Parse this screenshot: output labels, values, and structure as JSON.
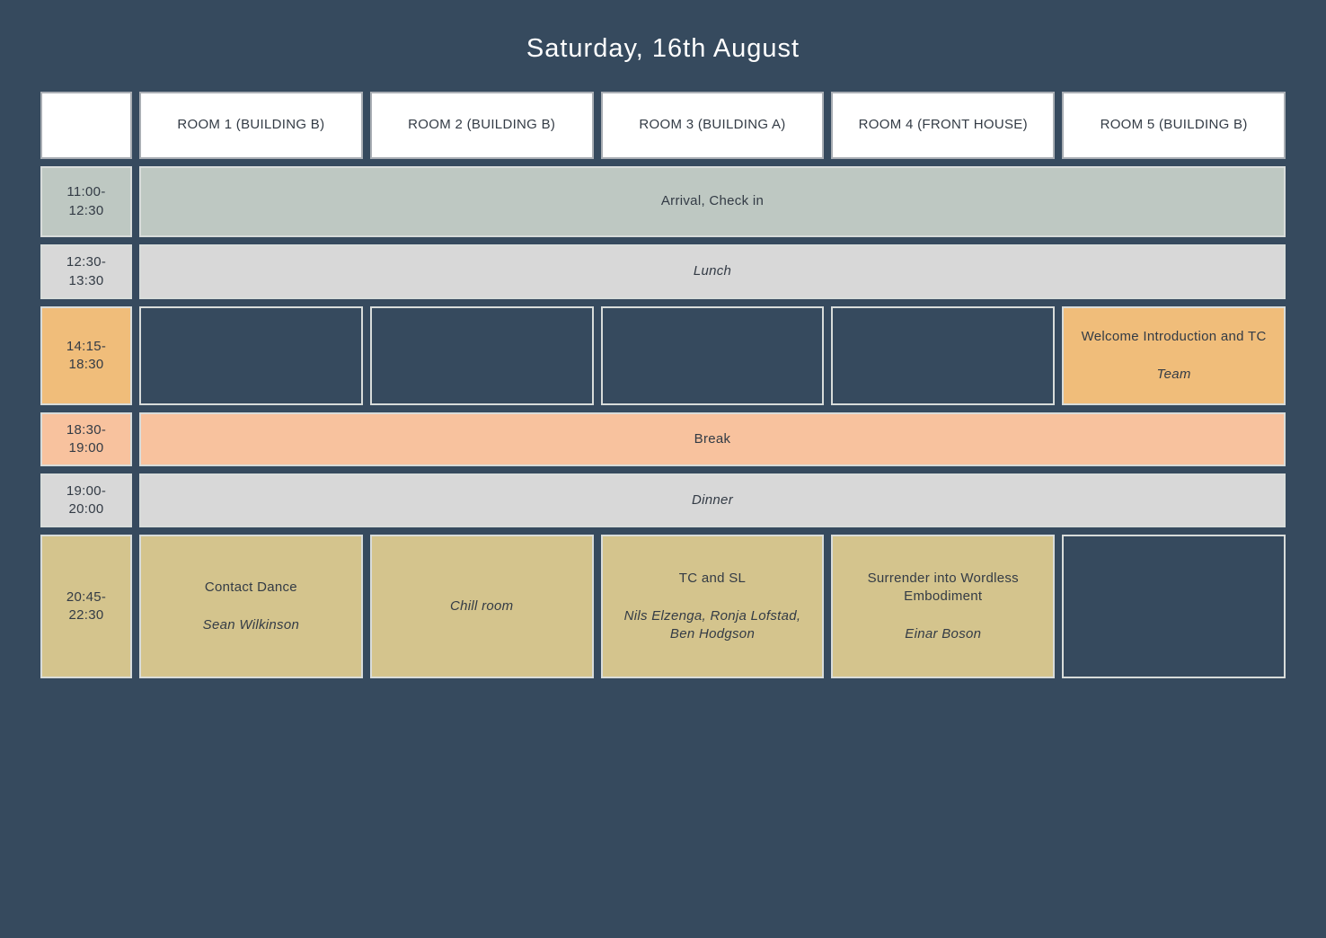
{
  "title": "Saturday, 16th August",
  "colors": {
    "background": "#364A5E",
    "sage": "#BEC8C2",
    "gray": "#D8D8D8",
    "orange": "#F0BD7A",
    "salmon": "#F8C29E",
    "tan": "#D4C48D",
    "white": "#FFFFFF",
    "text_dark": "#333B45",
    "text_light": "#FFFFFF"
  },
  "header": {
    "corner": "",
    "rooms": [
      "ROOM 1 (BUILDING B)",
      "ROOM 2 (BUILDING B)",
      "ROOM 3 (BUILDING A)",
      "ROOM 4 (FRONT HOUSE)",
      "ROOM 5 (BUILDING B)"
    ]
  },
  "rows": {
    "arrival": {
      "time": "11:00-12:30",
      "label": "Arrival, Check in"
    },
    "lunch": {
      "time": "12:30-13:30",
      "label": "Lunch"
    },
    "afternoon": {
      "time": "14:15-18:30",
      "room5": {
        "title": "Welcome Introduction and TC",
        "facilitator": "Team"
      }
    },
    "break": {
      "time": "18:30-19:00",
      "label": "Break"
    },
    "dinner": {
      "time": "19:00-20:00",
      "label": "Dinner"
    },
    "evening": {
      "time": "20:45-22:30",
      "room1": {
        "title": "Contact Dance",
        "facilitator": "Sean Wilkinson"
      },
      "room2": {
        "facilitator": "Chill room"
      },
      "room3": {
        "title": "TC and SL",
        "facilitator": "Nils Elzenga, Ronja Lofstad, Ben Hodgson"
      },
      "room4": {
        "title": "Surrender into Wordless Embodiment",
        "facilitator": "Einar Boson"
      }
    }
  }
}
